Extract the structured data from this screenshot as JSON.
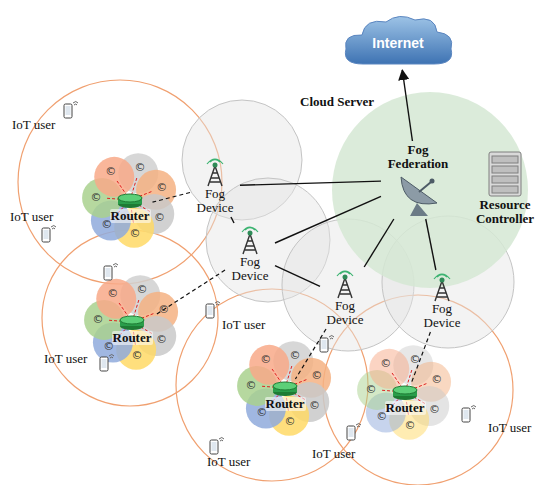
{
  "diagram": {
    "nodes": [
      {
        "text": [
          "Internet"
        ]
      },
      {
        "text": [
          "Fog Federation"
        ]
      },
      {
        "text": [
          "Resource Controller"
        ]
      },
      {
        "text": [
          "Fog Device"
        ]
      },
      {
        "text": [
          "Fog Device"
        ]
      },
      {
        "text": [
          "Fog Device"
        ]
      },
      {
        "text": [
          "Fog Device"
        ]
      },
      {
        "text": [
          "Router"
        ]
      },
      {
        "text": [
          "Router"
        ]
      },
      {
        "text": [
          "Router"
        ]
      },
      {
        "text": [
          "Router"
        ]
      }
    ],
    "edges": [
      {
        "from": 1,
        "to": 0,
        "arrow": "to"
      },
      {
        "from": 1,
        "to": 3,
        "arrow": "none"
      },
      {
        "from": 3,
        "to": 4,
        "arrow": "none"
      },
      {
        "from": 4,
        "to": 1,
        "arrow": "none"
      },
      {
        "from": 4,
        "to": 5,
        "arrow": "none"
      },
      {
        "from": 5,
        "to": 1,
        "arrow": "none"
      },
      {
        "from": 6,
        "to": 1,
        "arrow": "none"
      },
      {
        "from": 3,
        "to": 7,
        "arrow": "none"
      },
      {
        "from": 4,
        "to": 8,
        "arrow": "none"
      },
      {
        "from": 5,
        "to": 9,
        "arrow": "none"
      },
      {
        "from": 6,
        "to": 10,
        "arrow": "none"
      }
    ],
    "labels": [
      "Cloud Server",
      "IoT user",
      "IoT user",
      "IoT user",
      "IoT user",
      "IoT user",
      "IoT user",
      "IoT user",
      "©",
      "©",
      "©",
      "©",
      "©",
      "©",
      "©",
      "©",
      "©",
      "©",
      "©",
      "©",
      "©",
      "©",
      "©",
      "©",
      "©",
      "©",
      "©",
      "©",
      "©",
      "©",
      "©",
      "©",
      "©",
      "©",
      "©",
      "©"
    ]
  }
}
